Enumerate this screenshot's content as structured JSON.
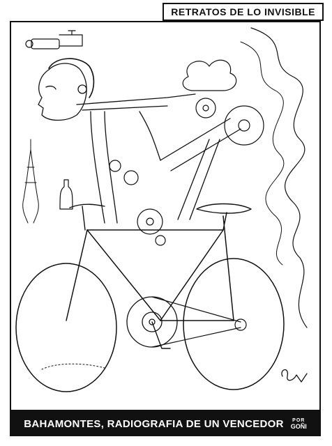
{
  "header": {
    "title": "RETRATOS DE LO INVISIBLE"
  },
  "caption": {
    "title": "BAHAMONTES, RADIOGRAFIA DE UN VENCEDOR",
    "by": "POR",
    "author": "GOÑI"
  },
  "artwork": {
    "signature": "Goñi"
  },
  "colors": {
    "ink": "#111111",
    "paper": "#ffffff"
  }
}
